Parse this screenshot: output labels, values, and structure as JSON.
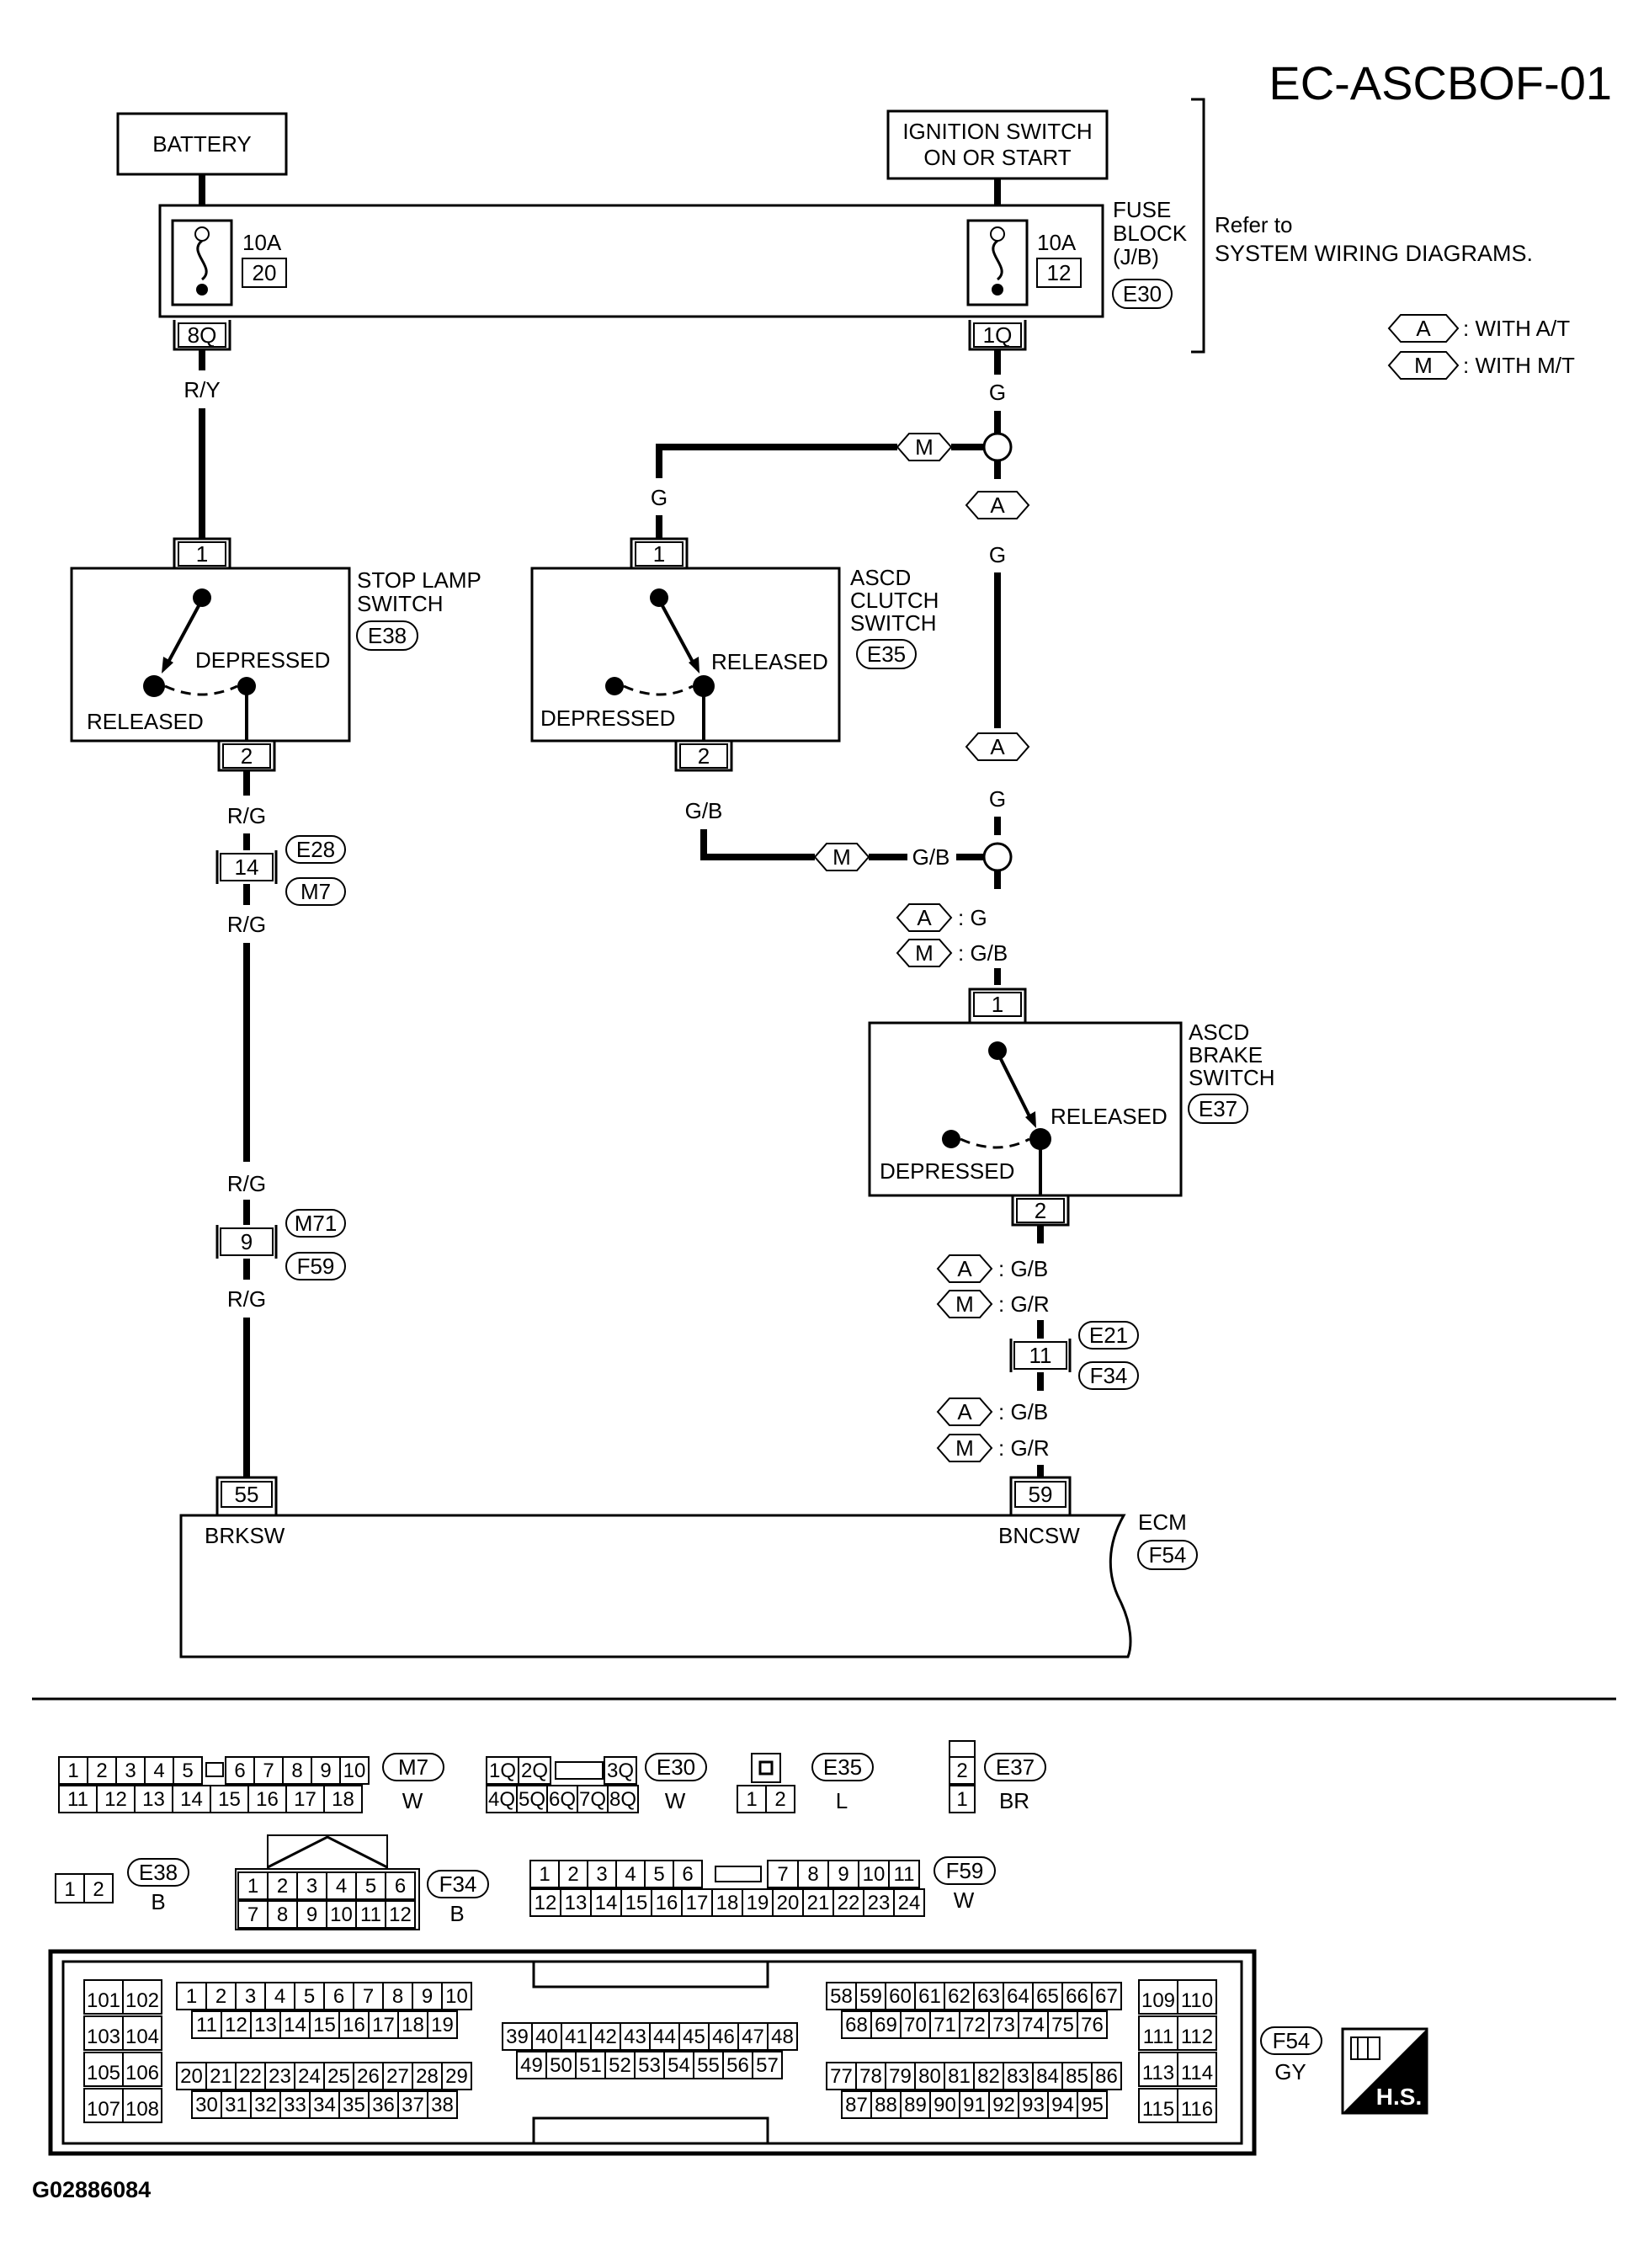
{
  "diagram_id": "EC-ASCBOF-01",
  "figure_code": "G02886084",
  "power": {
    "battery": "BATTERY",
    "ignition_line1": "IGNITION SWITCH",
    "ignition_line2": "ON OR START"
  },
  "fuse_block": {
    "label_line1": "FUSE",
    "label_line2": "BLOCK",
    "label_line3": "(J/B)",
    "connector": "E30",
    "fuse_left_amp": "10A",
    "fuse_left_num": "20",
    "fuse_right_amp": "10A",
    "fuse_right_num": "12",
    "term_left": "8Q",
    "term_right": "1Q"
  },
  "refer": {
    "line1": "Refer to",
    "line2": "SYSTEM WIRING DIAGRAMS."
  },
  "legend": {
    "a_key": "A",
    "a_text": ": WITH A/T",
    "m_key": "M",
    "m_text": ": WITH M/T"
  },
  "wires": {
    "ry": "R/Y",
    "g": "G",
    "rg": "R/G",
    "gb": "G/B",
    "a_g": ": G",
    "m_gb": ": G/B",
    "a_gb": ": G/B",
    "m_gr": ": G/R",
    "gb_inline": "G/B"
  },
  "stop_lamp_switch": {
    "line1": "STOP LAMP",
    "line2": "SWITCH",
    "connector": "E38",
    "pin_in": "1",
    "pin_out": "2",
    "depressed": "DEPRESSED",
    "released": "RELEASED"
  },
  "ascd_clutch_switch": {
    "line1": "ASCD",
    "line2": "CLUTCH",
    "line3": "SWITCH",
    "connector": "E35",
    "pin_in": "1",
    "pin_out": "2",
    "released": "RELEASED",
    "depressed": "DEPRESSED"
  },
  "ascd_brake_switch": {
    "line1": "ASCD",
    "line2": "BRAKE",
    "line3": "SWITCH",
    "connector": "E37",
    "pin_in": "1",
    "pin_out": "2",
    "released": "RELEASED",
    "depressed": "DEPRESSED"
  },
  "joints": {
    "j1_pin": "14",
    "j1_c1": "E28",
    "j1_c2": "M7",
    "j2_pin": "9",
    "j2_c1": "M71",
    "j2_c2": "F59",
    "j3_pin": "11",
    "j3_c1": "E21",
    "j3_c2": "F34"
  },
  "ecm": {
    "label": "ECM",
    "connector": "F54",
    "pin_left": "55",
    "pin_left_name": "BRKSW",
    "pin_right": "59",
    "pin_right_name": "BNCSW"
  },
  "connector_views": {
    "m7": {
      "id": "M7",
      "color": "W",
      "row1": [
        "1",
        "2",
        "3",
        "4",
        "5",
        "6",
        "7",
        "8",
        "9",
        "10"
      ],
      "row2": [
        "11",
        "12",
        "13",
        "14",
        "15",
        "16",
        "17",
        "18"
      ]
    },
    "e30": {
      "id": "E30",
      "color": "W",
      "row1": [
        "1Q",
        "2Q",
        "3Q"
      ],
      "row2": [
        "4Q",
        "5Q",
        "6Q",
        "7Q",
        "8Q"
      ]
    },
    "e35": {
      "id": "E35",
      "color": "L",
      "pins": [
        "1",
        "2"
      ]
    },
    "e37": {
      "id": "E37",
      "color": "BR",
      "pins": [
        "2",
        "1"
      ]
    },
    "e38": {
      "id": "E38",
      "color": "B",
      "pins": [
        "1",
        "2"
      ]
    },
    "f34": {
      "id": "F34",
      "color": "B",
      "row1": [
        "1",
        "2",
        "3",
        "4",
        "5",
        "6"
      ],
      "row2": [
        "7",
        "8",
        "9",
        "10",
        "11",
        "12"
      ]
    },
    "f59": {
      "id": "F59",
      "color": "W",
      "row1": [
        "1",
        "2",
        "3",
        "4",
        "5",
        "6",
        "7",
        "8",
        "9",
        "10",
        "11"
      ],
      "row2": [
        "12",
        "13",
        "14",
        "15",
        "16",
        "17",
        "18",
        "19",
        "20",
        "21",
        "22",
        "23",
        "24"
      ]
    },
    "f54": {
      "id": "F54",
      "color": "GY",
      "g1": [
        "101",
        "102",
        "103",
        "104",
        "105",
        "106",
        "107",
        "108"
      ],
      "r1": [
        "1",
        "2",
        "3",
        "4",
        "5",
        "6",
        "7",
        "8",
        "9",
        "10"
      ],
      "r2": [
        "11",
        "12",
        "13",
        "14",
        "15",
        "16",
        "17",
        "18",
        "19"
      ],
      "r3": [
        "20",
        "21",
        "22",
        "23",
        "24",
        "25",
        "26",
        "27",
        "28",
        "29"
      ],
      "r4": [
        "30",
        "31",
        "32",
        "33",
        "34",
        "35",
        "36",
        "37",
        "38"
      ],
      "m1": [
        "39",
        "40",
        "41",
        "42",
        "43",
        "44",
        "45",
        "46",
        "47",
        "48"
      ],
      "m2": [
        "49",
        "50",
        "51",
        "52",
        "53",
        "54",
        "55",
        "56",
        "57"
      ],
      "s1": [
        "58",
        "59",
        "60",
        "61",
        "62",
        "63",
        "64",
        "65",
        "66",
        "67"
      ],
      "s2": [
        "68",
        "69",
        "70",
        "71",
        "72",
        "73",
        "74",
        "75",
        "76"
      ],
      "s3": [
        "77",
        "78",
        "79",
        "80",
        "81",
        "82",
        "83",
        "84",
        "85",
        "86"
      ],
      "s4": [
        "87",
        "88",
        "89",
        "90",
        "91",
        "92",
        "93",
        "94",
        "95"
      ],
      "g2": [
        "109",
        "110",
        "111",
        "112",
        "113",
        "114",
        "115",
        "116"
      ]
    },
    "hs_label": "H.S."
  }
}
